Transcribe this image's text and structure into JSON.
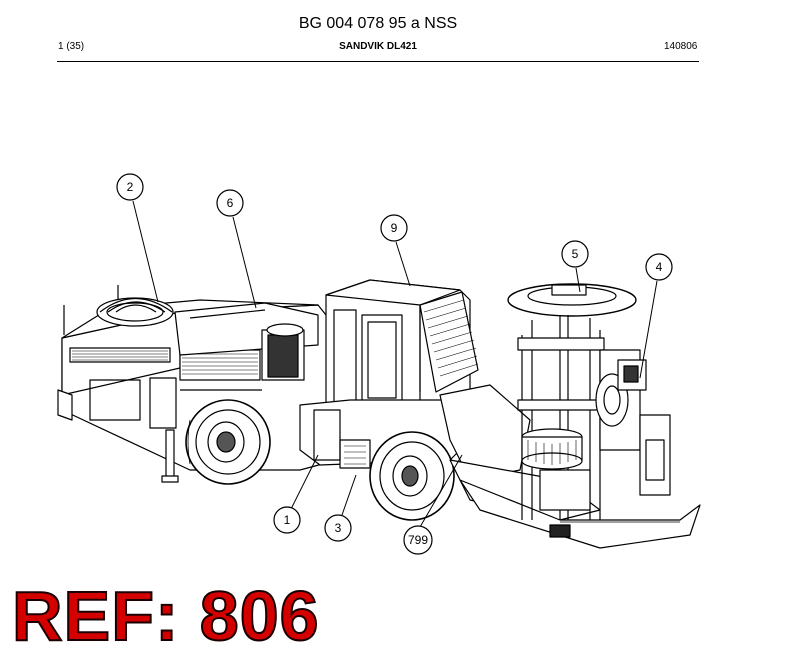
{
  "header": {
    "document_number": "BG 004 078 95 a NSS",
    "page": "1 (35)",
    "model": "SANDVIK DL421",
    "date_code": "140806"
  },
  "callouts": [
    {
      "label": "1"
    },
    {
      "label": "2"
    },
    {
      "label": "3"
    },
    {
      "label": "4"
    },
    {
      "label": "5"
    },
    {
      "label": "6"
    },
    {
      "label": "9"
    },
    {
      "label": "799"
    }
  ],
  "reference": "REF: 806"
}
